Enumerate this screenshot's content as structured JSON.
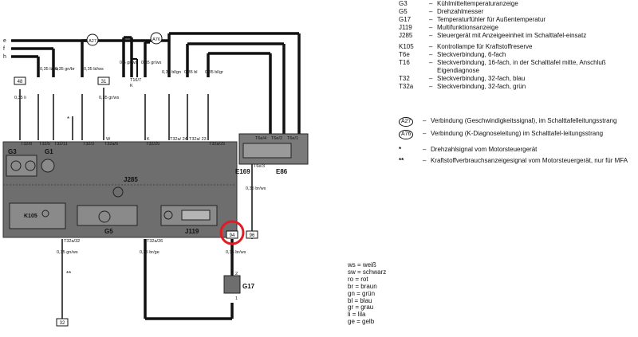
{
  "legend": [
    {
      "code": "G3",
      "desc": "Kühlmitteltemperaturanzeige"
    },
    {
      "code": "G5",
      "desc": "Drehzahlmesser"
    },
    {
      "code": "G17",
      "desc": "Temperaturfühler für Außentemperatur"
    },
    {
      "code": "J119",
      "desc": "Multifunktionsanzeige"
    },
    {
      "code": "J285",
      "desc": "Steuergerät mit Anzeigeeinheit im Schalttafel-einsatz"
    },
    {
      "code": "K105",
      "desc": "Kontrollampe für Kraftstoffreserve"
    },
    {
      "code": "T6e",
      "desc": "Steckverbindung, 6-fach"
    },
    {
      "code": "T16",
      "desc": "Steckverbindung, 16-fach, in der Schalttafel mitte, Anschluß Eigendiagnose"
    },
    {
      "code": "T32",
      "desc": "Steckverbindung, 32-fach, blau"
    },
    {
      "code": "T32a",
      "desc": "Steckverbindung, 32-fach, grün"
    }
  ],
  "notes": [
    {
      "sym": "A27",
      "desc": "Verbindung (Geschwindigkeitssignal), im Schalttafelleitungsstrang"
    },
    {
      "sym": "A76",
      "desc": "Verbindung (K-Diagnoseleitung) im Schalttafel-leitungsstrang"
    },
    {
      "sym": "*",
      "desc": "Drehzahlsignal vom Motorsteuergerät"
    },
    {
      "sym": "**",
      "desc": "Kraftstoffverbrauchsanzeigesignal vom Motorsteuergerät, nur für MFA"
    }
  ],
  "colors": [
    "ws = weiß",
    "sw = schwarz",
    "ro = rot",
    "br = braun",
    "gn = grün",
    "bl = blau",
    "gr = grau",
    "li = lila",
    "ge = gelb"
  ],
  "diagram": {
    "bus_labels": [
      "e",
      "f",
      "h"
    ],
    "connectors": {
      "c_A27": "A27",
      "c_A76": "A76"
    },
    "boxes": {
      "b48": "48",
      "b31": "31",
      "b94": "94",
      "b96": "96",
      "b32": "32"
    },
    "components": {
      "G3": "G3",
      "G1": "G1",
      "J285": "J285",
      "K105": "K105",
      "G5": "G5",
      "J119": "J119",
      "E169": "E169",
      "E86": "E86",
      "G17": "G17"
    },
    "wires": {
      "w1": "0,35 li/sw",
      "w2": "0,35 gn/br",
      "w3": "0,35 bl/ws",
      "w4": "0,5 gr/ws",
      "w5": "0,35 gr/ws",
      "w6": "0,35 bl/gn",
      "w7": "0,35 bl",
      "w8": "0,35 bl/gr",
      "w9": "0,35 li",
      "w10": "0,35 gn/ws",
      "w11": "0,35 br/ge",
      "w12": "0,35 br/ws",
      "w13": "0,35 br/ws",
      "w14": "0,35 gr/ws"
    },
    "pins": {
      "p1": "T32/8",
      "p2": "T32/5",
      "p3": "T32/11",
      "p4": "T32/3",
      "p5": "T32a/5",
      "p6": "T32/25",
      "p7": "T32a/ 24",
      "p8": "T32a/ 23",
      "p9": "T32a/25",
      "p10": "T6e/4",
      "p11": "T6e/2",
      "p12": "T6e/1",
      "p13": "T6e/3",
      "p14": "T32a/32",
      "p15": "T32a/26",
      "p16": "T16/7",
      "p17": "2",
      "p18": "1",
      "p19": "W",
      "p20": "K",
      "p21": "K"
    },
    "marks": {
      "m1": "*",
      "m2": "**"
    }
  }
}
